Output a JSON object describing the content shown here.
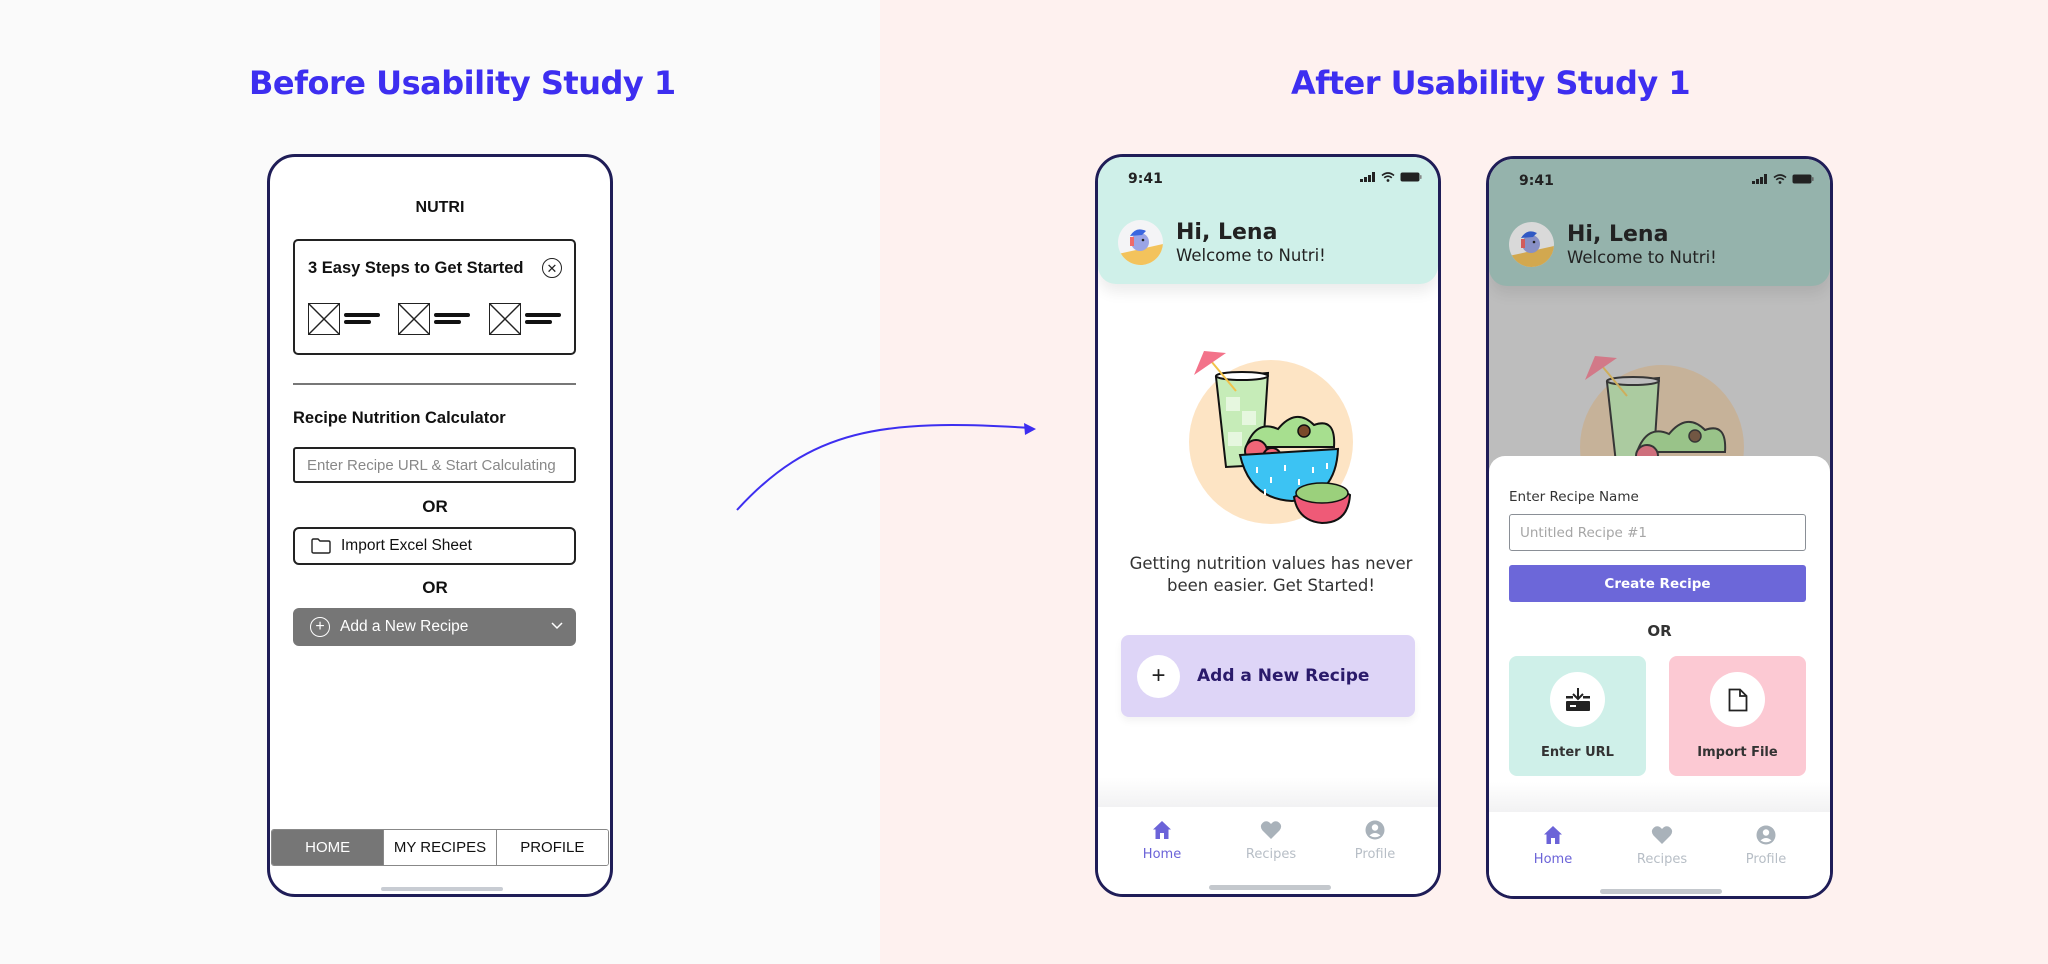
{
  "sections": {
    "before_title": "Before Usability Study 1",
    "after_title": "After Usability Study 1"
  },
  "colors": {
    "accent_title": "#3d2ef0",
    "phone_border": "#1f1d57",
    "header_mint": "#cff0e9",
    "add_card_lavender": "#ded5f7",
    "create_button": "#6c67d9",
    "import_file_pink": "#fcc9d3",
    "nav_active": "#6b63d8",
    "nav_inactive": "#b7bec6",
    "wireframe_gray": "#767676"
  },
  "before": {
    "app_title": "NUTRI",
    "steps_card": {
      "title": "3 Easy Steps to Get Started",
      "close_icon": "close-circle-icon",
      "step_count": 3
    },
    "calculator": {
      "title": "Recipe Nutrition Calculator",
      "url_placeholder": "Enter Recipe URL & Start Calculating",
      "or_1": "OR",
      "import_label": "Import Excel Sheet",
      "import_icon": "folder-icon",
      "or_2": "OR",
      "add_label": "Add a New Recipe",
      "add_icon": "plus-circle-icon",
      "add_chevron": "chevron-down-icon"
    },
    "tabs": [
      {
        "label": "HOME",
        "active": true
      },
      {
        "label": "MY RECIPES",
        "active": false
      },
      {
        "label": "PROFILE",
        "active": false
      }
    ]
  },
  "after_home": {
    "status_time": "9:41",
    "greeting": "Hi, Lena",
    "welcome": "Welcome to Nutri!",
    "tagline": "Getting nutrition values has never been easier. Get Started!",
    "add_button": "Add a New Recipe",
    "nav": [
      {
        "label": "Home",
        "icon": "home-icon",
        "active": true
      },
      {
        "label": "Recipes",
        "icon": "heart-icon",
        "active": false
      },
      {
        "label": "Profile",
        "icon": "user-circle-icon",
        "active": false
      }
    ]
  },
  "after_sheet": {
    "status_time": "9:41",
    "greeting": "Hi, Lena",
    "welcome": "Welcome to Nutri!",
    "name_label": "Enter Recipe Name",
    "name_placeholder": "Untitled Recipe #1",
    "create_button": "Create Recipe",
    "or": "OR",
    "options": [
      {
        "label": "Enter URL",
        "icon": "download-tray-icon"
      },
      {
        "label": "Import File",
        "icon": "file-icon"
      }
    ],
    "nav": [
      {
        "label": "Home",
        "icon": "home-icon",
        "active": true
      },
      {
        "label": "Recipes",
        "icon": "heart-icon",
        "active": false
      },
      {
        "label": "Profile",
        "icon": "user-circle-icon",
        "active": false
      }
    ]
  }
}
